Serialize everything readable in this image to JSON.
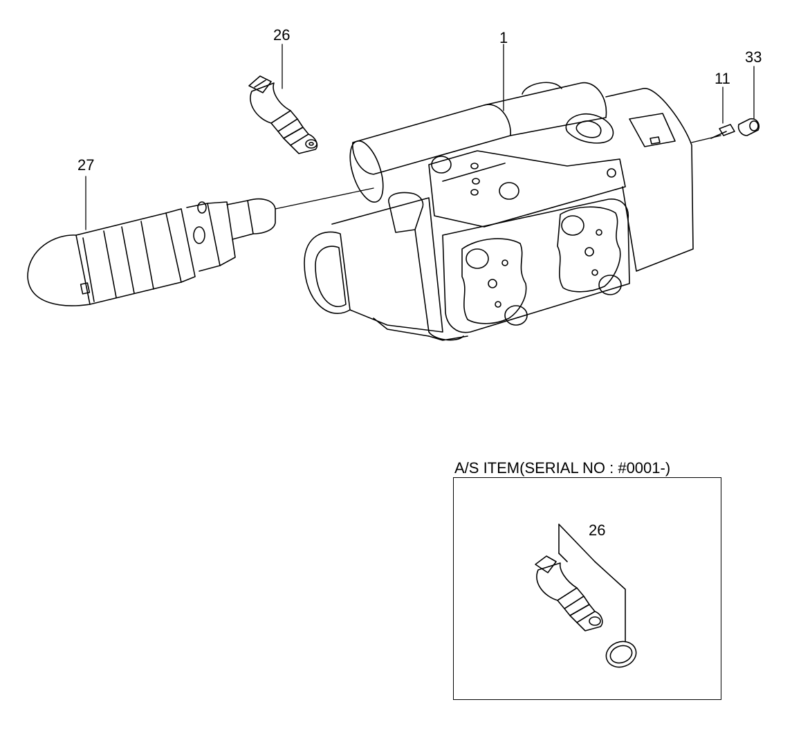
{
  "callouts": {
    "part_1": "1",
    "part_11": "11",
    "part_26_top": "26",
    "part_26_inset": "26",
    "part_27": "27",
    "part_33": "33"
  },
  "inset": {
    "title": "A/S ITEM(SERIAL NO : #0001-)"
  }
}
